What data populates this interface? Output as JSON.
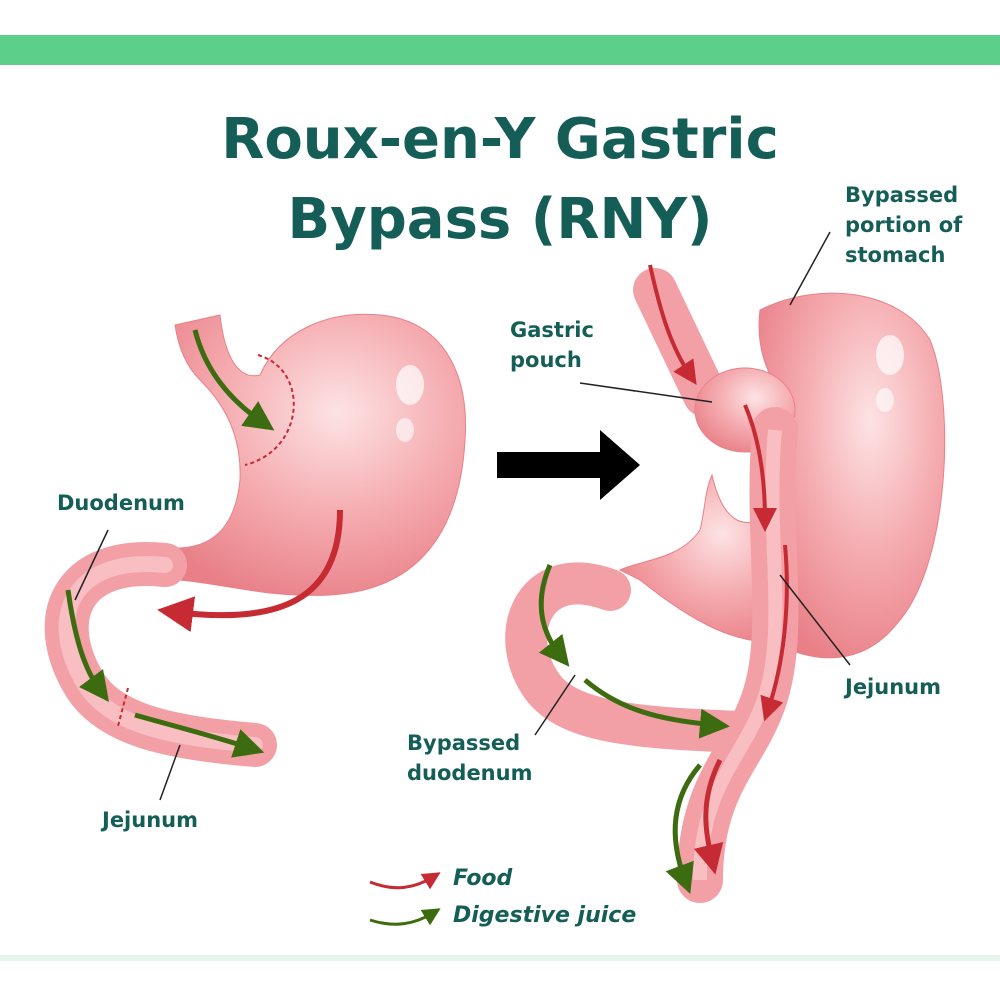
{
  "title": {
    "line1": "Roux-en-Y Gastric",
    "line2": "Bypass (RNY)"
  },
  "labels": {
    "duodenum": "Duodenum",
    "jejunum_left": "Jejunum",
    "bypassed_stomach_1": "Bypassed",
    "bypassed_stomach_2": "portion of",
    "bypassed_stomach_3": "stomach",
    "gastric_pouch_1": "Gastric",
    "gastric_pouch_2": "pouch",
    "jejunum_right": "Jejunum",
    "bypassed_duodenum_1": "Bypassed",
    "bypassed_duodenum_2": "duodenum"
  },
  "legend": {
    "food": "Food",
    "digestive_juice": "Digestive juice"
  },
  "colors": {
    "title": "#155e58",
    "accent_bar": "#5ccf8a",
    "food_arrow": "#c62a32",
    "juice_arrow": "#3d6b10",
    "tissue": "#f4a3a8"
  }
}
